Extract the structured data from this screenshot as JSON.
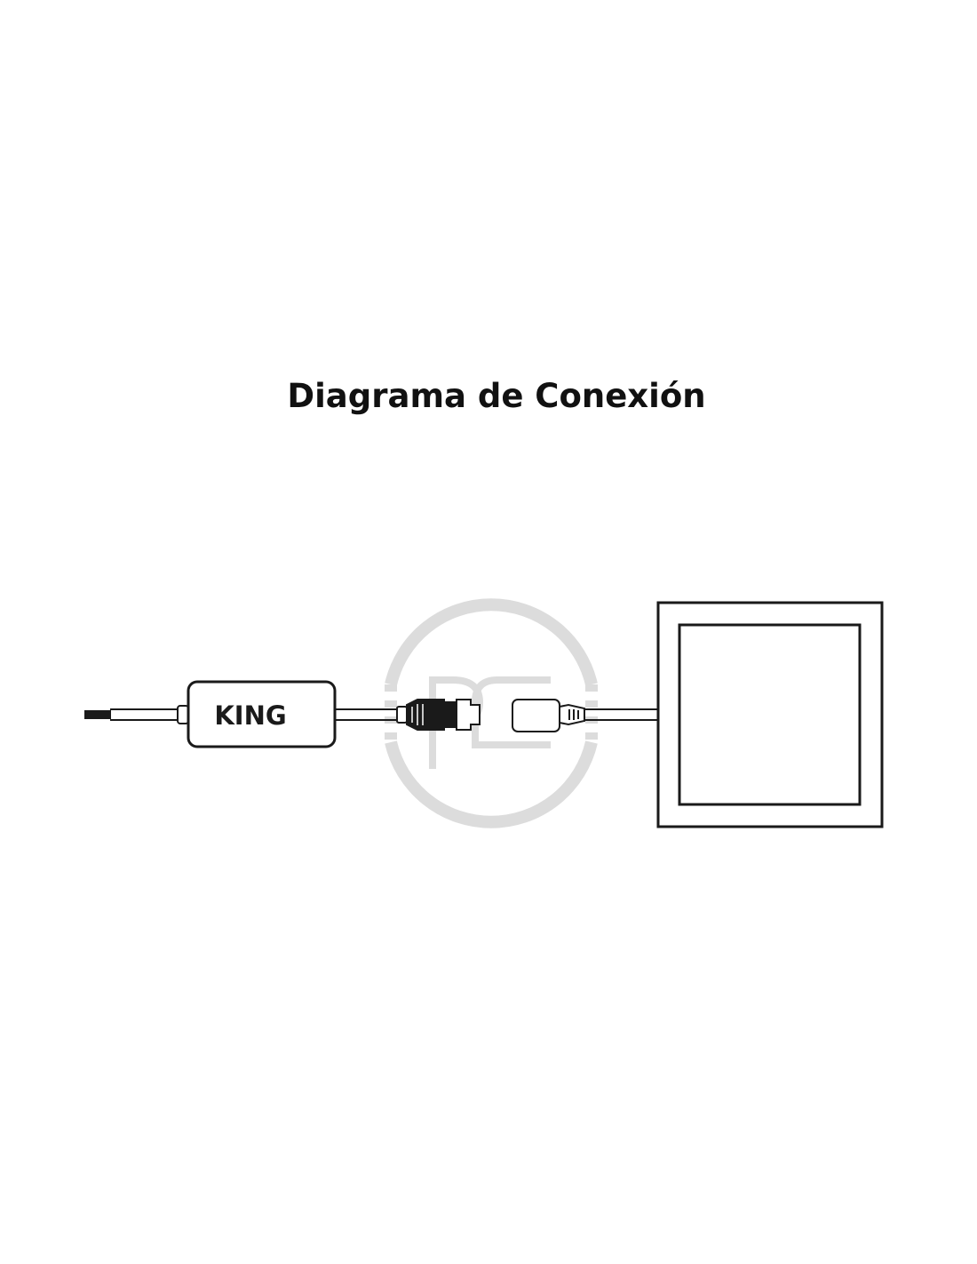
{
  "title": "Diagrama de Conexión",
  "device_label": "KING",
  "watermark_text": "RC",
  "colors": {
    "ink": "#1a1a1a",
    "watermark": "#dcdcdc"
  }
}
